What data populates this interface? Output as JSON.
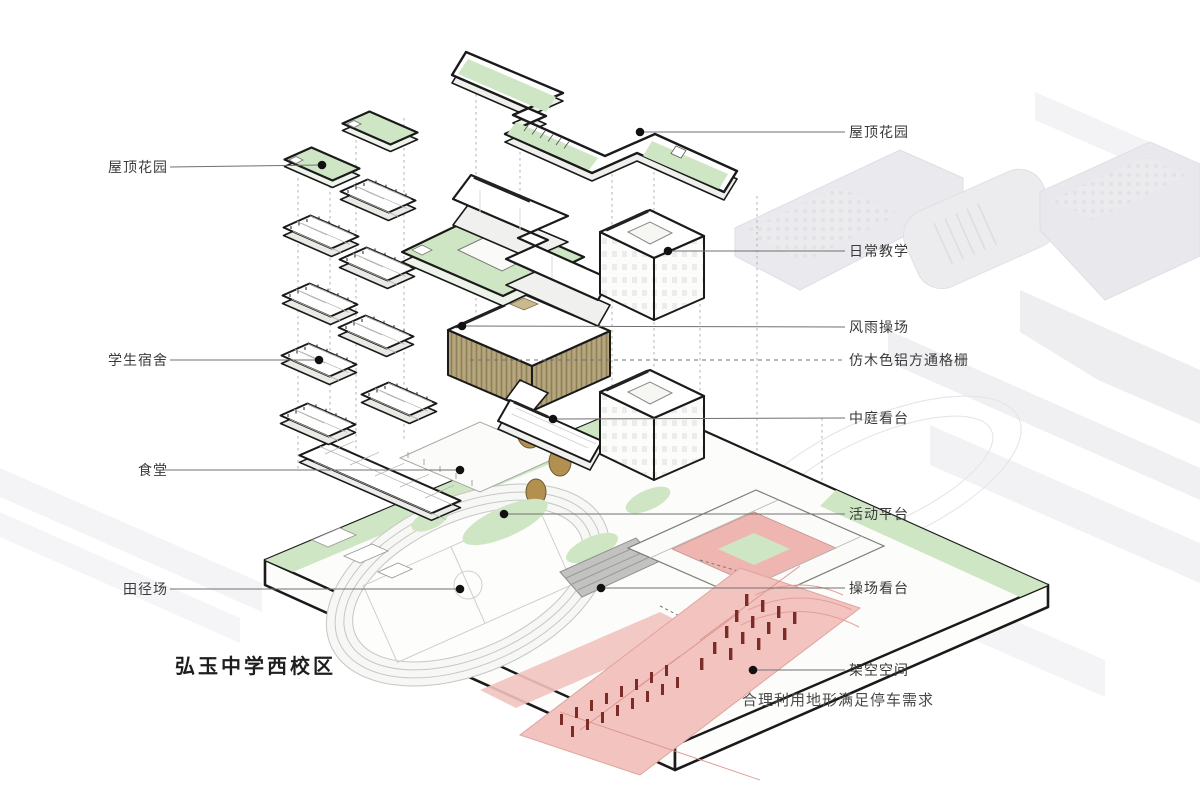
{
  "title": "弘玉中学西校区",
  "note": "合理利用地形满足停车需求",
  "labels": {
    "roof_garden_left": "屋顶花园",
    "dormitory": "学生宿舍",
    "canteen": "食堂",
    "track_field": "田径场",
    "roof_garden_right": "屋顶花园",
    "daily_teaching": "日常教学",
    "indoor_gym": "风雨操场",
    "wood_grille": "仿木色铝方通格栅",
    "atrium_stand": "中庭看台",
    "activity_platform": "活动平台",
    "playground_stand": "操场看台",
    "stilt_space": "架空空间"
  },
  "colors": {
    "roof_garden_green": "#cfe6c4",
    "wood_grille_tan": "#b6a67c",
    "parking_pink": "#f2c3bf",
    "column_red": "#7c2c27",
    "outline_black": "#1a1a1a"
  }
}
